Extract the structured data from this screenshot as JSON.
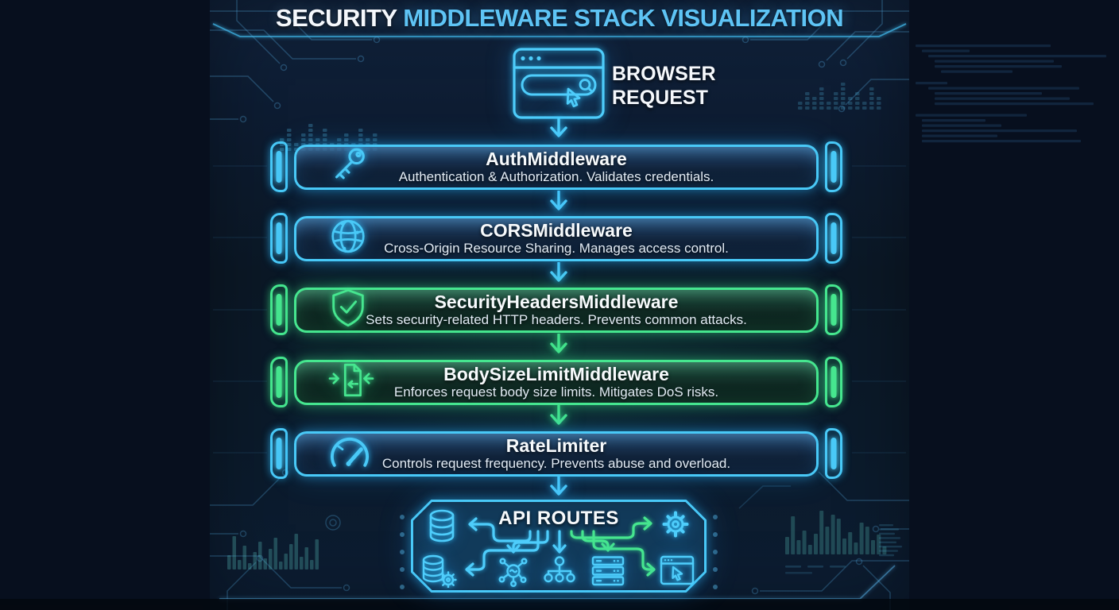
{
  "header": {
    "title_white": "SECURITY",
    "title_blue": "MIDDLEWARE STACK VISUALIZATION"
  },
  "source": {
    "line1": "BROWSER",
    "line2": "REQUEST",
    "icon": "browser-window-icon"
  },
  "middlewares": [
    {
      "name": "AuthMiddleware",
      "description": "Authentication & Authorization. Validates credentials.",
      "icon": "key-icon",
      "theme": "blue"
    },
    {
      "name": "CORSMiddleware",
      "description": "Cross-Origin Resource Sharing. Manages access control.",
      "icon": "globe-icon",
      "theme": "blue"
    },
    {
      "name": "SecurityHeadersMiddleware",
      "description": "Sets security-related HTTP headers. Prevents common attacks.",
      "icon": "shield-check-icon",
      "theme": "green"
    },
    {
      "name": "BodySizeLimitMiddleware",
      "description": "Enforces request body size limits. Mitigates DoS risks.",
      "icon": "compress-document-icon",
      "theme": "green"
    },
    {
      "name": "RateLimiter",
      "description": "Controls request frequency. Prevents abuse and overload.",
      "icon": "gauge-icon",
      "theme": "blue"
    }
  ],
  "destination": {
    "label": "API ROUTES",
    "icons": [
      "database-icon",
      "database-gear-icon",
      "network-nodes-icon",
      "hierarchy-icon",
      "server-rack-icon",
      "gear-icon",
      "browser-cursor-icon"
    ]
  },
  "flow_arrows": [
    "cyan",
    "cyan",
    "cyan",
    "green",
    "green",
    "cyan"
  ],
  "colors": {
    "cyan": "#49c9f7",
    "green": "#46e68f",
    "title_blue": "#5ec4f5",
    "background_outer": "#070f1e",
    "background_panel": "#0d1c32",
    "text_primary": "#f7fafc",
    "text_secondary": "#e2ebf4"
  },
  "background_decor": [
    "circuit-traces",
    "equalizer-dot-bars",
    "mini-bar-charts",
    "faint-code-lines",
    "connector-pins"
  ]
}
